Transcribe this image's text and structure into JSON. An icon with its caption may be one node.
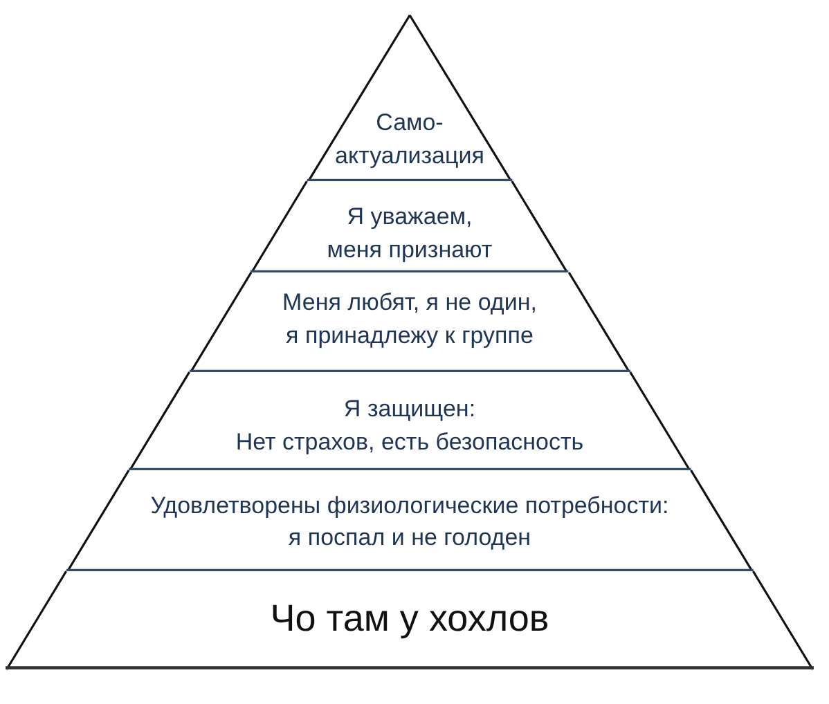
{
  "diagram": {
    "nodes": [
      {
        "text": [
          "Само- актуализация"
        ]
      },
      {
        "text": [
          "Я уважаем, меня признают"
        ]
      },
      {
        "text": [
          "Меня любят, я не один, я принадлежу к группе"
        ]
      },
      {
        "text": [
          "Я защищен: Нет страхов, есть безопасность"
        ]
      },
      {
        "text": [
          "Удовлетворены физиологические потребности: я поспал и не голоден"
        ]
      },
      {
        "text": [
          "Чо там у хохлов"
        ]
      }
    ]
  }
}
